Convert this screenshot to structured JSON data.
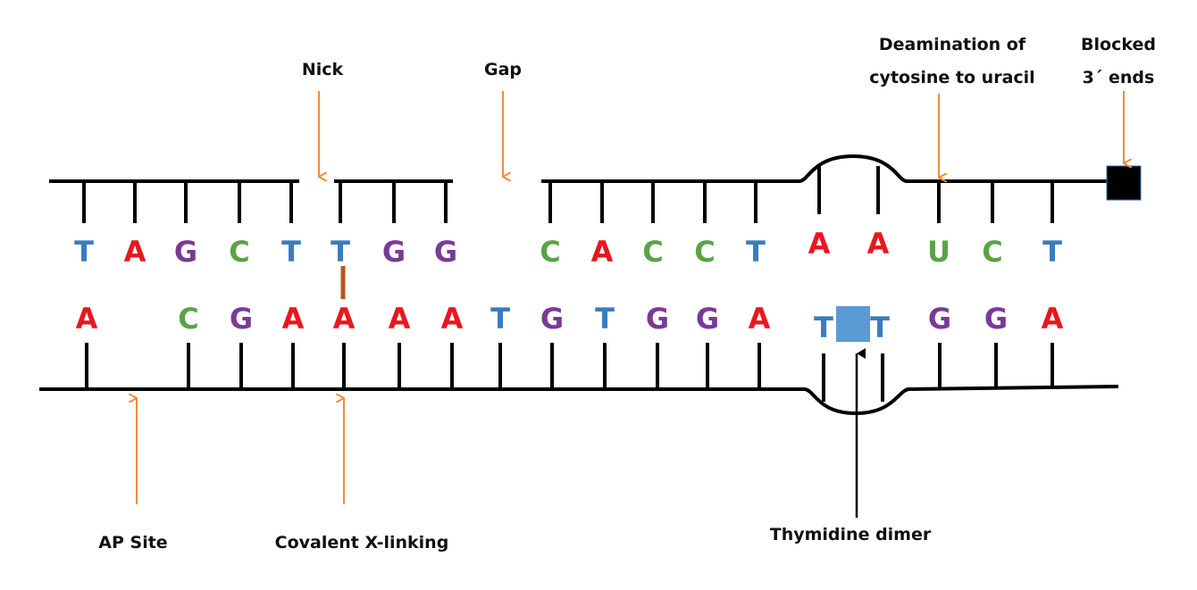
{
  "colors": {
    "T": "#3a7cbf",
    "U": "#5aa346",
    "A": "#e8171f",
    "G": "#7a3a97",
    "C": "#5aa346",
    "arrow": "#f08a3e",
    "backbone": "#000000",
    "dimer": "#5b9bd5",
    "crosslink": "#b5561d"
  },
  "top_strand": {
    "bases": [
      "T",
      "A",
      "G",
      "C",
      "T",
      "T",
      "G",
      "G",
      "C",
      "A",
      "C",
      "C",
      "T",
      "A",
      "A",
      "U",
      "C",
      "T"
    ]
  },
  "bottom_strand": {
    "bases": [
      "A",
      "C",
      "G",
      "A",
      "A",
      "A",
      "A",
      "T",
      "G",
      "T",
      "G",
      "G",
      "A",
      "T",
      "T",
      "G",
      "G",
      "A"
    ]
  },
  "labels": {
    "nick": "Nick",
    "gap": "Gap",
    "deamination_line1": "Deamination of",
    "deamination_line2": "cytosine to uracil",
    "blocked_line1": "Blocked",
    "blocked_line2": "3´ ends",
    "ap_site": "AP Site",
    "crosslink": "Covalent X-linking",
    "thymidine_dimer": "Thymidine dimer"
  }
}
